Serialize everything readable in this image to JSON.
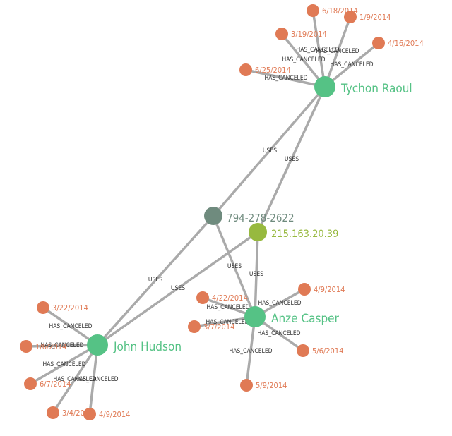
{
  "colors": {
    "person": "#55c285",
    "phone": "#6f8b7e",
    "ip": "#97b93f",
    "date": "#e07a55",
    "edge": "#aaaaaa",
    "edge_label": "#333333"
  },
  "nodes": [
    {
      "id": "tychon",
      "type": "person",
      "label": "Tychon Raoul"
    },
    {
      "id": "john",
      "type": "person",
      "label": "John Hudson"
    },
    {
      "id": "anze",
      "type": "person",
      "label": "Anze Casper"
    },
    {
      "id": "phone",
      "type": "phone",
      "label": "794-278-2622"
    },
    {
      "id": "ip",
      "type": "ip",
      "label": "215.163.20.39"
    },
    {
      "id": "t1",
      "type": "date",
      "label": "6/18/2014"
    },
    {
      "id": "t2",
      "type": "date",
      "label": "1/9/2014"
    },
    {
      "id": "t3",
      "type": "date",
      "label": "3/19/2014"
    },
    {
      "id": "t4",
      "type": "date",
      "label": "4/16/2014"
    },
    {
      "id": "t5",
      "type": "date",
      "label": "6/25/2014"
    },
    {
      "id": "j1",
      "type": "date",
      "label": "3/22/2014"
    },
    {
      "id": "j2",
      "type": "date",
      "label": "1/6/2014"
    },
    {
      "id": "j3",
      "type": "date",
      "label": "6/7/2014"
    },
    {
      "id": "j4",
      "type": "date",
      "label": "3/4/2014"
    },
    {
      "id": "j5",
      "type": "date",
      "label": "4/9/2014"
    },
    {
      "id": "a1",
      "type": "date",
      "label": "4/22/2014"
    },
    {
      "id": "a2",
      "type": "date",
      "label": "4/9/2014"
    },
    {
      "id": "a3",
      "type": "date",
      "label": "3/7/2014"
    },
    {
      "id": "a4",
      "type": "date",
      "label": "5/6/2014"
    },
    {
      "id": "a5",
      "type": "date",
      "label": "5/9/2014"
    }
  ],
  "edges": [
    {
      "source": "phone",
      "target": "tychon",
      "label": "USES"
    },
    {
      "source": "ip",
      "target": "tychon",
      "label": "USES"
    },
    {
      "source": "phone",
      "target": "john",
      "label": "USES"
    },
    {
      "source": "ip",
      "target": "john",
      "label": "USES"
    },
    {
      "source": "phone",
      "target": "anze",
      "label": "USES"
    },
    {
      "source": "ip",
      "target": "anze",
      "label": "USES"
    },
    {
      "source": "tychon",
      "target": "t1",
      "label": "HAS_CANCELED"
    },
    {
      "source": "tychon",
      "target": "t2",
      "label": "HAS_CANCELED"
    },
    {
      "source": "tychon",
      "target": "t3",
      "label": "HAS_CANCELED"
    },
    {
      "source": "tychon",
      "target": "t4",
      "label": "HAS_CANCELED"
    },
    {
      "source": "tychon",
      "target": "t5",
      "label": "HAS_CANCELED"
    },
    {
      "source": "john",
      "target": "j1",
      "label": "HAS_CANCELED"
    },
    {
      "source": "john",
      "target": "j2",
      "label": "HAS_CANCELED"
    },
    {
      "source": "john",
      "target": "j3",
      "label": "HAS_CANCELED"
    },
    {
      "source": "john",
      "target": "j4",
      "label": "HAS_CANCELED"
    },
    {
      "source": "john",
      "target": "j5",
      "label": "HAS_CANCELED"
    },
    {
      "source": "anze",
      "target": "a1",
      "label": "HAS_CANCELED"
    },
    {
      "source": "anze",
      "target": "a2",
      "label": "HAS_CANCELED"
    },
    {
      "source": "anze",
      "target": "a3",
      "label": "HAS_CANCELED"
    },
    {
      "source": "anze",
      "target": "a4",
      "label": "HAS_CANCELED"
    },
    {
      "source": "anze",
      "target": "a5",
      "label": "HAS_CANCELED"
    }
  ]
}
